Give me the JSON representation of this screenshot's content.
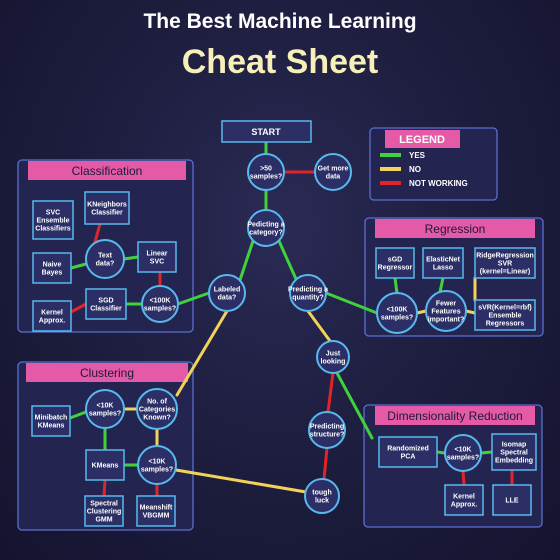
{
  "title": "The Best Machine Learning",
  "subtitle": "Cheat Sheet",
  "start_label": "START",
  "legend": {
    "title": "LEGEND",
    "items": [
      {
        "label": "YES",
        "color": "#3fd23a"
      },
      {
        "label": "NO",
        "color": "#f2d35a"
      },
      {
        "label": "NOT WORKING",
        "color": "#e0242a"
      }
    ]
  },
  "colors": {
    "yes": "#3fd23a",
    "no": "#f2d35a",
    "not_working": "#e0242a",
    "node_border": "#58b9ee",
    "panel_header": "#e45aa6"
  },
  "sections": {
    "classification": "Classification",
    "regression": "Regression",
    "clustering": "Clustering",
    "dimensionality": "Dimensionality Reduction"
  },
  "nodes": {
    "gt50": ">50 samples?",
    "more_data": "Get more data",
    "pred_cat": "Predicting a category?",
    "labeled": "Labeled data?",
    "pred_qty": "Predicting a quantity?",
    "just_looking": "Just looking",
    "pred_struct": "Predicting structure?",
    "tough_luck": "tough luck",
    "svc_ens": "SVC Ensemble Classifiers",
    "kneighbors": "KNeighbors Classifier",
    "text_data": "Text data?",
    "naive_bayes": "Naive Bayes",
    "linear_svc": "Linear SVC",
    "kernel_c": "Kernel Approx.",
    "sgd_clf": "SGD Classifier",
    "lt100k_c": "<100K samples?",
    "sgd_reg": "SGD Regressor",
    "elasticnet": "ElasticNet Lasso",
    "ridge": "RidgeRegression SVR (kernel=Linear)",
    "lt100k_r": "<100K samples?",
    "fewer_feat": "Fewer Features important?",
    "svr_ens": "sVR(Kernel=rbf) Ensemble Regressors",
    "minibatch": "Minibatch KMeans",
    "lt10k_cl": "<10K samples?",
    "num_cat": "No. of Categories Known?",
    "kmeans": "KMeans",
    "lt10k_cl2": "<10K samples?",
    "spectral": "Spectral Clustering GMM",
    "meanshift": "Meanshift VBGMM",
    "rand_pca": "Randomized PCA",
    "lt10k_dr": "<10K samples?",
    "isomap": "Isomap Spectral Embedding",
    "kernel_dr": "Kernel Approx.",
    "lle": "LLE"
  }
}
